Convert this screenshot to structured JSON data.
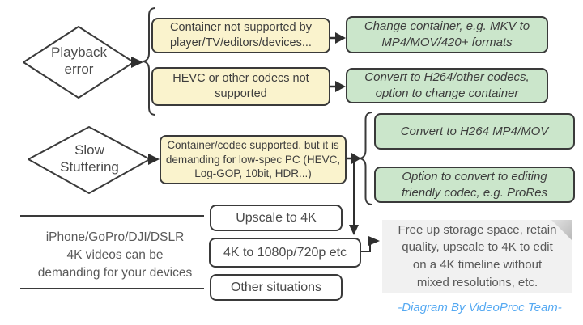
{
  "playback_section": {
    "diamond": {
      "line1": "Playback",
      "line2": "error"
    },
    "causes": [
      "Container not supported by player/TV/editors/devices...",
      "HEVC or other codecs not supported"
    ],
    "solutions": [
      "Change container, e.g. MKV to MP4/MOV/420+ formats",
      "Convert to H264/other codecs, option to change container"
    ]
  },
  "stutter_section": {
    "diamond": {
      "line1": "Slow",
      "line2": "Stuttering"
    },
    "cause": "Container/codec supported, but it is demanding for low-spec PC (HEVC, Log-GOP, 10bit, HDR...)",
    "solutions": [
      "Convert to H264 MP4/MOV",
      "Option to convert to editing friendly codec, e.g. ProRes"
    ]
  },
  "devices_section": {
    "description_lines": [
      "iPhone/GoPro/DJI/DSLR",
      "4K videos can be",
      "demanding for your devices"
    ],
    "options": [
      "Upscale to 4K",
      "4K to 1080p/720p etc",
      "Other situations"
    ],
    "note_lines": [
      "Free up storage space, retain",
      "quality, upscale to 4K to edit",
      "on a 4K timeline without",
      "mixed resolutions, etc."
    ]
  },
  "credit": "-Diagram By VideoProc Team-",
  "colors": {
    "cause_fill": "#FAF3CD",
    "solution_fill": "#CBE6CB",
    "outline": "#3A3A3A",
    "note_fill": "#F1F1F1",
    "note_fold": "#BDBDBD",
    "body_text": "#595959",
    "credit_blue": "#55A9F2"
  }
}
